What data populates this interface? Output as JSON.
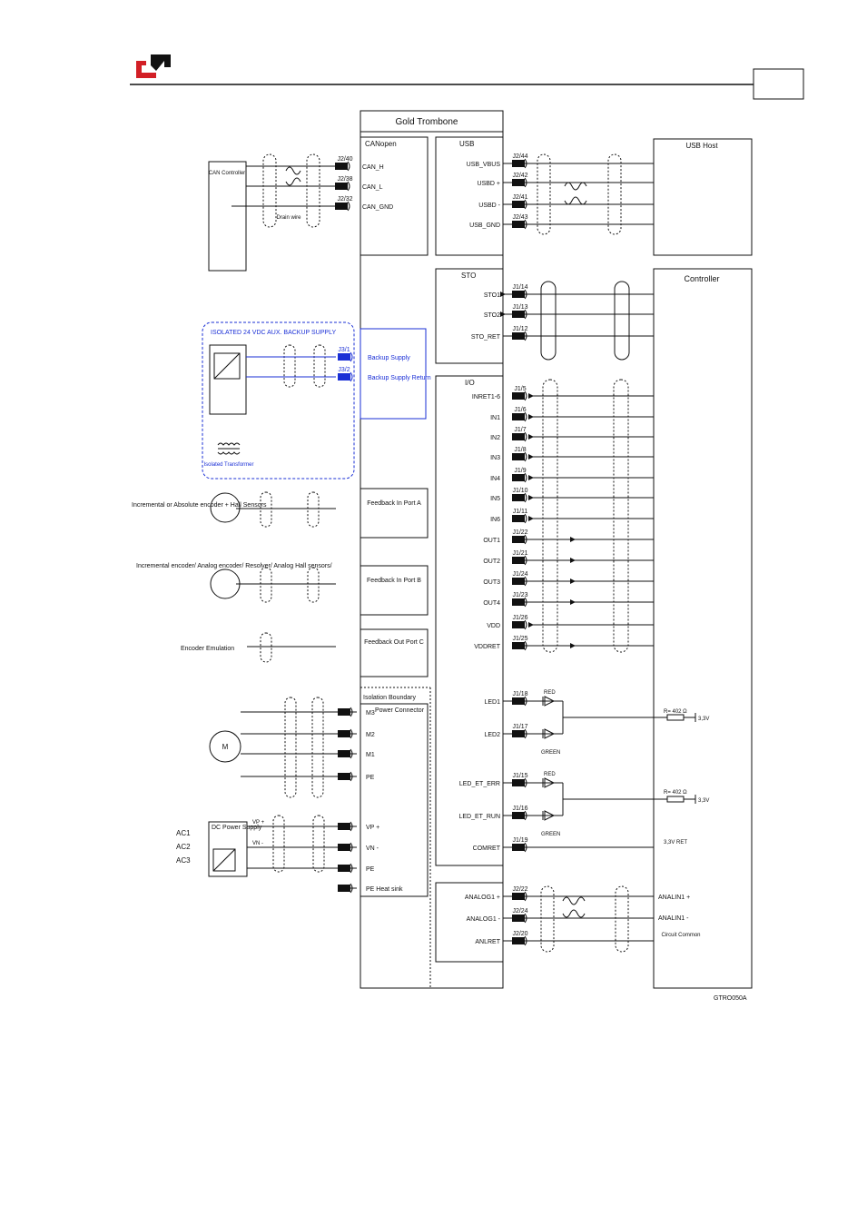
{
  "header": {
    "logo": "company-logo-icon",
    "page_box": ""
  },
  "figure_id": "GTRO050A",
  "drive": {
    "title": "Gold Trombone",
    "canopen": {
      "title": "CANopen",
      "pins": [
        {
          "id": "J2/40",
          "label": "CAN_H"
        },
        {
          "id": "J2/38",
          "label": "CAN_L"
        },
        {
          "id": "J2/32",
          "label": "CAN_GND"
        }
      ]
    },
    "usb": {
      "title": "USB",
      "pins": [
        {
          "id": "J2/44",
          "label": "USB_VBUS"
        },
        {
          "id": "J2/42",
          "label": "USBD +"
        },
        {
          "id": "J2/41",
          "label": "USBD -"
        },
        {
          "id": "J2/43",
          "label": "USB_GND"
        }
      ]
    },
    "sto": {
      "title": "STO",
      "pins": [
        {
          "id": "J1/14",
          "label": "STO1"
        },
        {
          "id": "J1/13",
          "label": "STO2"
        },
        {
          "id": "J1/12",
          "label": "STO_RET"
        }
      ]
    },
    "backup": {
      "pins": [
        {
          "id": "J3/1",
          "label": "Backup Supply"
        },
        {
          "id": "J3/2",
          "label": "Backup Supply Return"
        }
      ]
    },
    "io": {
      "title": "I/O",
      "pins": [
        {
          "id": "J1/5",
          "label": "INRET1-6"
        },
        {
          "id": "J1/6",
          "label": "IN1"
        },
        {
          "id": "J1/7",
          "label": "IN2"
        },
        {
          "id": "J1/8",
          "label": "IN3"
        },
        {
          "id": "J1/9",
          "label": "IN4"
        },
        {
          "id": "J1/10",
          "label": "IN5"
        },
        {
          "id": "J1/11",
          "label": "IN6"
        },
        {
          "id": "J1/22",
          "label": "OUT1"
        },
        {
          "id": "J1/21",
          "label": "OUT2"
        },
        {
          "id": "J1/24",
          "label": "OUT3"
        },
        {
          "id": "J1/23",
          "label": "OUT4"
        },
        {
          "id": "J1/26",
          "label": "VDD"
        },
        {
          "id": "J1/25",
          "label": "VDDRET"
        }
      ],
      "led_pins": [
        {
          "id": "J1/18",
          "label": "LED1"
        },
        {
          "id": "J1/17",
          "label": "LED2"
        },
        {
          "id": "J1/15",
          "label": "LED_ET_ERR"
        },
        {
          "id": "J1/16",
          "label": "LED_ET_RUN"
        },
        {
          "id": "J1/19",
          "label": "COMRET"
        }
      ]
    },
    "feedback": [
      {
        "title": "Feedback In Port A",
        "sensor": "Incremental or Absolute encoder + Hall Sensors"
      },
      {
        "title": "Feedback In Port B",
        "sensor": "Incremental encoder/ Analog encoder/ Resolver/ Analog Hall sensors/"
      },
      {
        "title": "Feedback Out Port C",
        "sensor": "Encoder Emulation"
      }
    ],
    "isolation_boundary": "Isolation Boundary",
    "power": {
      "title": "Power Connector",
      "pins": [
        "M3",
        "M2",
        "M1",
        "PE",
        "VP +",
        "VN -",
        "PE",
        "PE  Heat sink"
      ]
    },
    "analog": {
      "pins": [
        {
          "id": "J2/22",
          "label": "ANALOG1 +"
        },
        {
          "id": "J2/24",
          "label": "ANALOG1 -"
        },
        {
          "id": "J2/20",
          "label": "ANLRET"
        }
      ]
    }
  },
  "external": {
    "can_controller": "CAN Controller",
    "drain_wire": "Drain wire",
    "usb_host": "USB Host",
    "controller": "Controller",
    "aux_supply": "ISOLATED 24 VDC AUX. BACKUP SUPPLY",
    "isolated_transformer": "Isolated Transformer",
    "motor": "M",
    "dc_supply": "DC Power Supply",
    "ac_inputs": [
      "AC1",
      "AC2",
      "AC3"
    ],
    "vp_label": "VP +",
    "vn_label": "VN -",
    "led_colors": [
      "RED",
      "GREEN",
      "RED",
      "GREEN"
    ],
    "resistor_label": "R= 402 Ω",
    "supply_3v3": "3,3V",
    "supply_3v3_ret": "3,3V RET",
    "analog_in": [
      "ANALIN1 +",
      "ANALIN1 -"
    ],
    "circuit_common": "Circuit Common"
  },
  "colors": {
    "line": "#111111",
    "aux_blue": "#1a2fd6",
    "logo_red": "#d21f26"
  }
}
